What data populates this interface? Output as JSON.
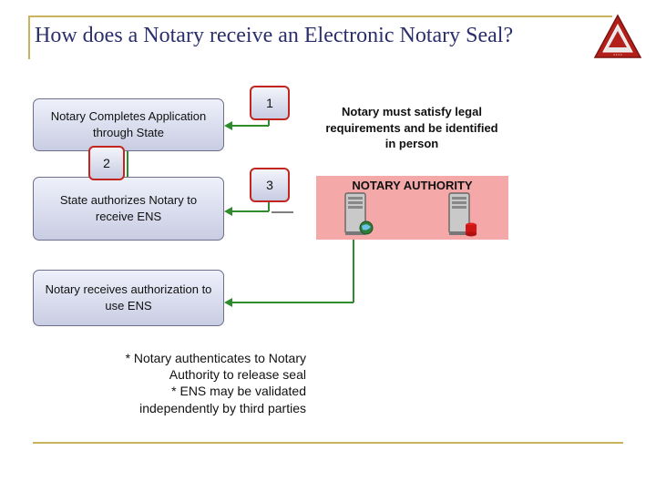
{
  "title": "How does a Notary receive an Electronic Notary Seal?",
  "boxes": {
    "application": "Notary Completes Application through State",
    "state_authorizes": "State authorizes Notary to receive ENS",
    "receives_authorization": "Notary receives authorization to use ENS"
  },
  "steps": {
    "one": "1",
    "two": "2",
    "three": "3"
  },
  "requirements": "Notary must satisfy legal requirements and be identified in person",
  "authority": {
    "label": "NOTARY AUTHORITY"
  },
  "notes": [
    "*  Notary authenticates to Notary",
    "Authority to release seal",
    "*  ENS may be validated",
    "independently by third parties"
  ],
  "colors": {
    "title": "#2b2f6b",
    "accent_gold": "#c9b45c",
    "connector": "#2e8b2e",
    "step_border": "#c2261e",
    "authority_bg": "#f5a8a8"
  }
}
